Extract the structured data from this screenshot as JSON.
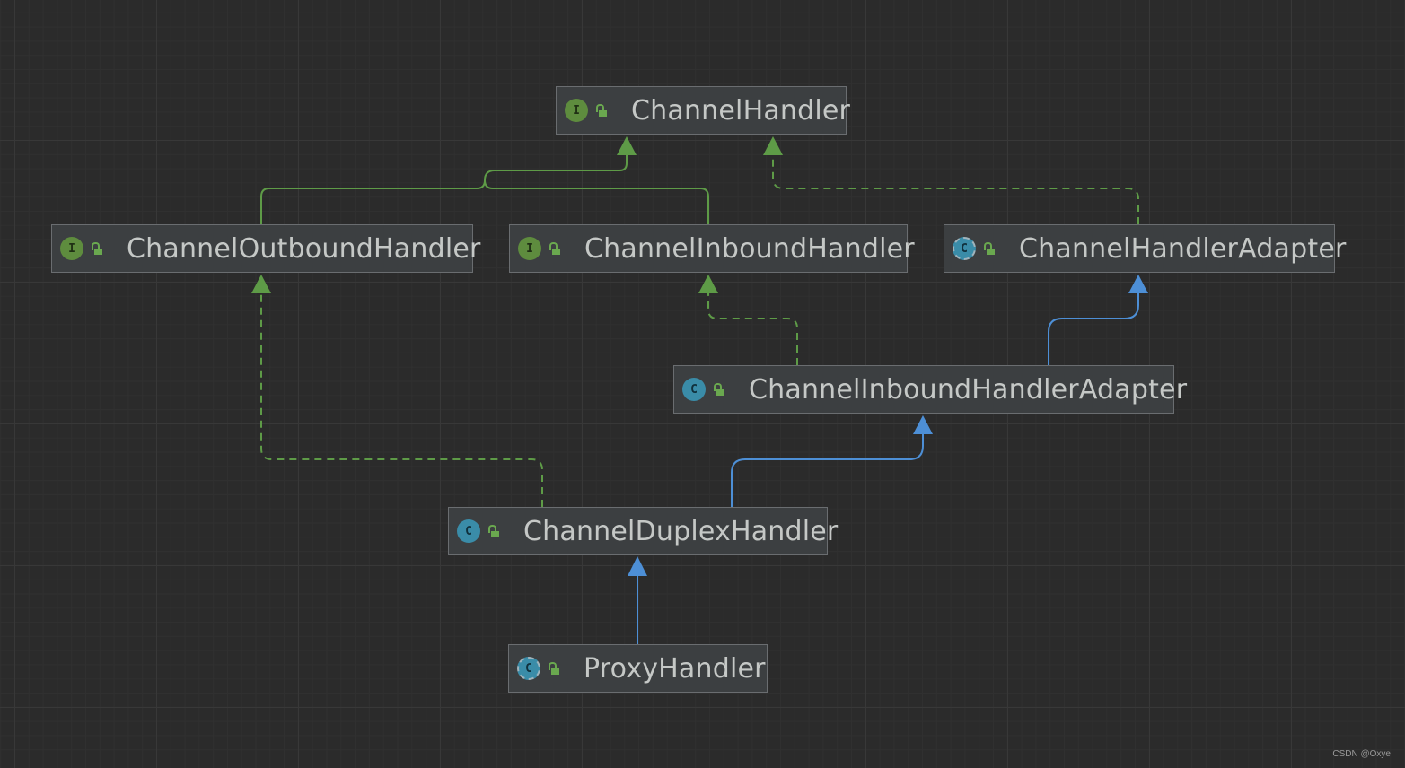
{
  "nodes": {
    "channel_handler": {
      "label": "ChannelHandler",
      "kind": "interface",
      "badge": "I",
      "icon": "interface-icon"
    },
    "channel_outbound_handler": {
      "label": "ChannelOutboundHandler",
      "kind": "interface",
      "badge": "I",
      "icon": "interface-icon"
    },
    "channel_inbound_handler": {
      "label": "ChannelInboundHandler",
      "kind": "interface",
      "badge": "I",
      "icon": "interface-icon"
    },
    "channel_handler_adapter": {
      "label": "ChannelHandlerAdapter",
      "kind": "abstract-class",
      "badge": "C",
      "icon": "abstract-class-icon"
    },
    "channel_inbound_handler_adapter": {
      "label": "ChannelInboundHandlerAdapter",
      "kind": "class",
      "badge": "C",
      "icon": "class-icon"
    },
    "channel_duplex_handler": {
      "label": "ChannelDuplexHandler",
      "kind": "class",
      "badge": "C",
      "icon": "class-icon"
    },
    "proxy_handler": {
      "label": "ProxyHandler",
      "kind": "abstract-class",
      "badge": "C",
      "icon": "abstract-class-icon"
    }
  },
  "relations": [
    {
      "from": "ChannelOutboundHandler",
      "to": "ChannelHandler",
      "type": "extends"
    },
    {
      "from": "ChannelInboundHandler",
      "to": "ChannelHandler",
      "type": "extends"
    },
    {
      "from": "ChannelHandlerAdapter",
      "to": "ChannelHandler",
      "type": "implements"
    },
    {
      "from": "ChannelInboundHandlerAdapter",
      "to": "ChannelInboundHandler",
      "type": "implements"
    },
    {
      "from": "ChannelInboundHandlerAdapter",
      "to": "ChannelHandlerAdapter",
      "type": "extends-class"
    },
    {
      "from": "ChannelDuplexHandler",
      "to": "ChannelOutboundHandler",
      "type": "implements"
    },
    {
      "from": "ChannelDuplexHandler",
      "to": "ChannelInboundHandlerAdapter",
      "type": "extends-class"
    },
    {
      "from": "ProxyHandler",
      "to": "ChannelDuplexHandler",
      "type": "extends-class"
    }
  ],
  "colors": {
    "background": "#2b2b2b",
    "interface_edge": "#5e9b47",
    "class_edge": "#4d8fd6",
    "node_fill": "#3c3f41",
    "node_border": "#6a6d70",
    "label_text": "#c5c8c6"
  },
  "icons": {
    "visibility": "unlocked-public-icon"
  },
  "watermark": "CSDN @Oxye"
}
